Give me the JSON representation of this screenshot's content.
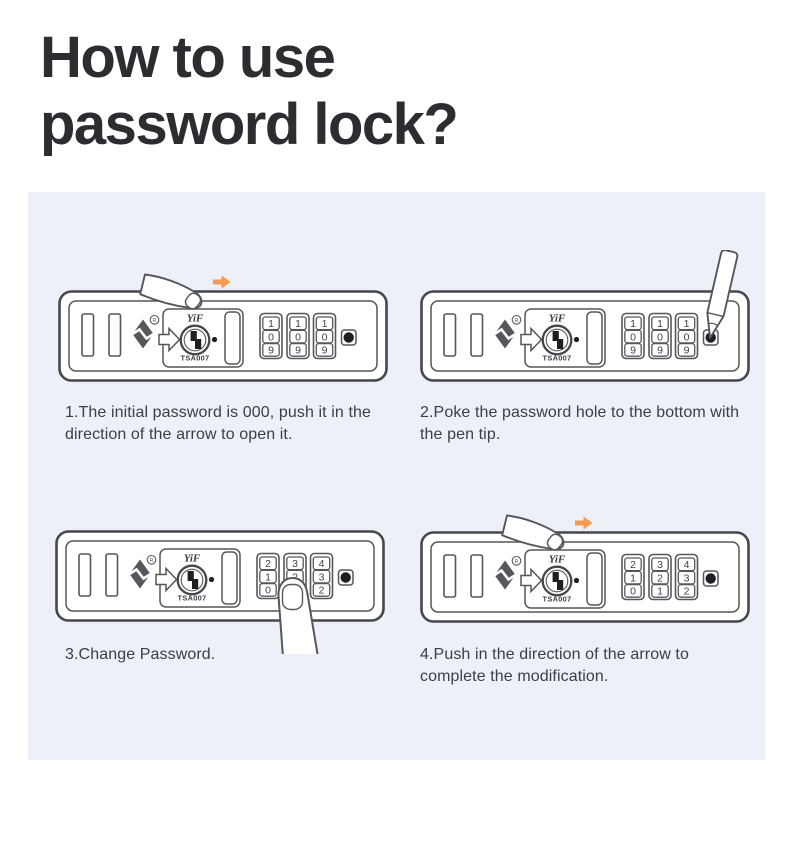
{
  "page": {
    "title_line1": "How to use",
    "title_line2": "password lock?"
  },
  "lock": {
    "brand": "YiF",
    "model": "TSA007",
    "registered_mark": "R"
  },
  "colors": {
    "panel_bg": "#edf0f6",
    "title": "#2b2d31",
    "text": "#3b3e43",
    "line_dark": "#44474b",
    "line": "#54575c",
    "accent": "#f59a50",
    "logo": "#54575c",
    "key": "#1d1f22"
  },
  "steps": [
    {
      "number": 1,
      "caption": "1.The initial password is 000, push it in the direction of the arrow to open it.",
      "dials": [
        [
          "1",
          "0",
          "9"
        ],
        [
          "1",
          "0",
          "9"
        ],
        [
          "1",
          "0",
          "9"
        ]
      ],
      "overlay": "finger-top",
      "show_arrow": true
    },
    {
      "number": 2,
      "caption": "2.Poke the password hole to the bottom with the pen tip.",
      "dials": [
        [
          "1",
          "0",
          "9"
        ],
        [
          "1",
          "0",
          "9"
        ],
        [
          "1",
          "0",
          "9"
        ]
      ],
      "overlay": "pen",
      "show_arrow": false
    },
    {
      "number": 3,
      "caption": "3.Change Password.",
      "dials": [
        [
          "2",
          "1",
          "0"
        ],
        [
          "3",
          "2",
          ""
        ],
        [
          "4",
          "3",
          "2"
        ]
      ],
      "overlay": "finger-bottom",
      "show_arrow": false
    },
    {
      "number": 4,
      "caption": "4.Push in the direction of the arrow to complete the modification.",
      "dials": [
        [
          "2",
          "1",
          "0"
        ],
        [
          "3",
          "2",
          "1"
        ],
        [
          "4",
          "3",
          "2"
        ]
      ],
      "overlay": "finger-top",
      "show_arrow": true
    }
  ]
}
